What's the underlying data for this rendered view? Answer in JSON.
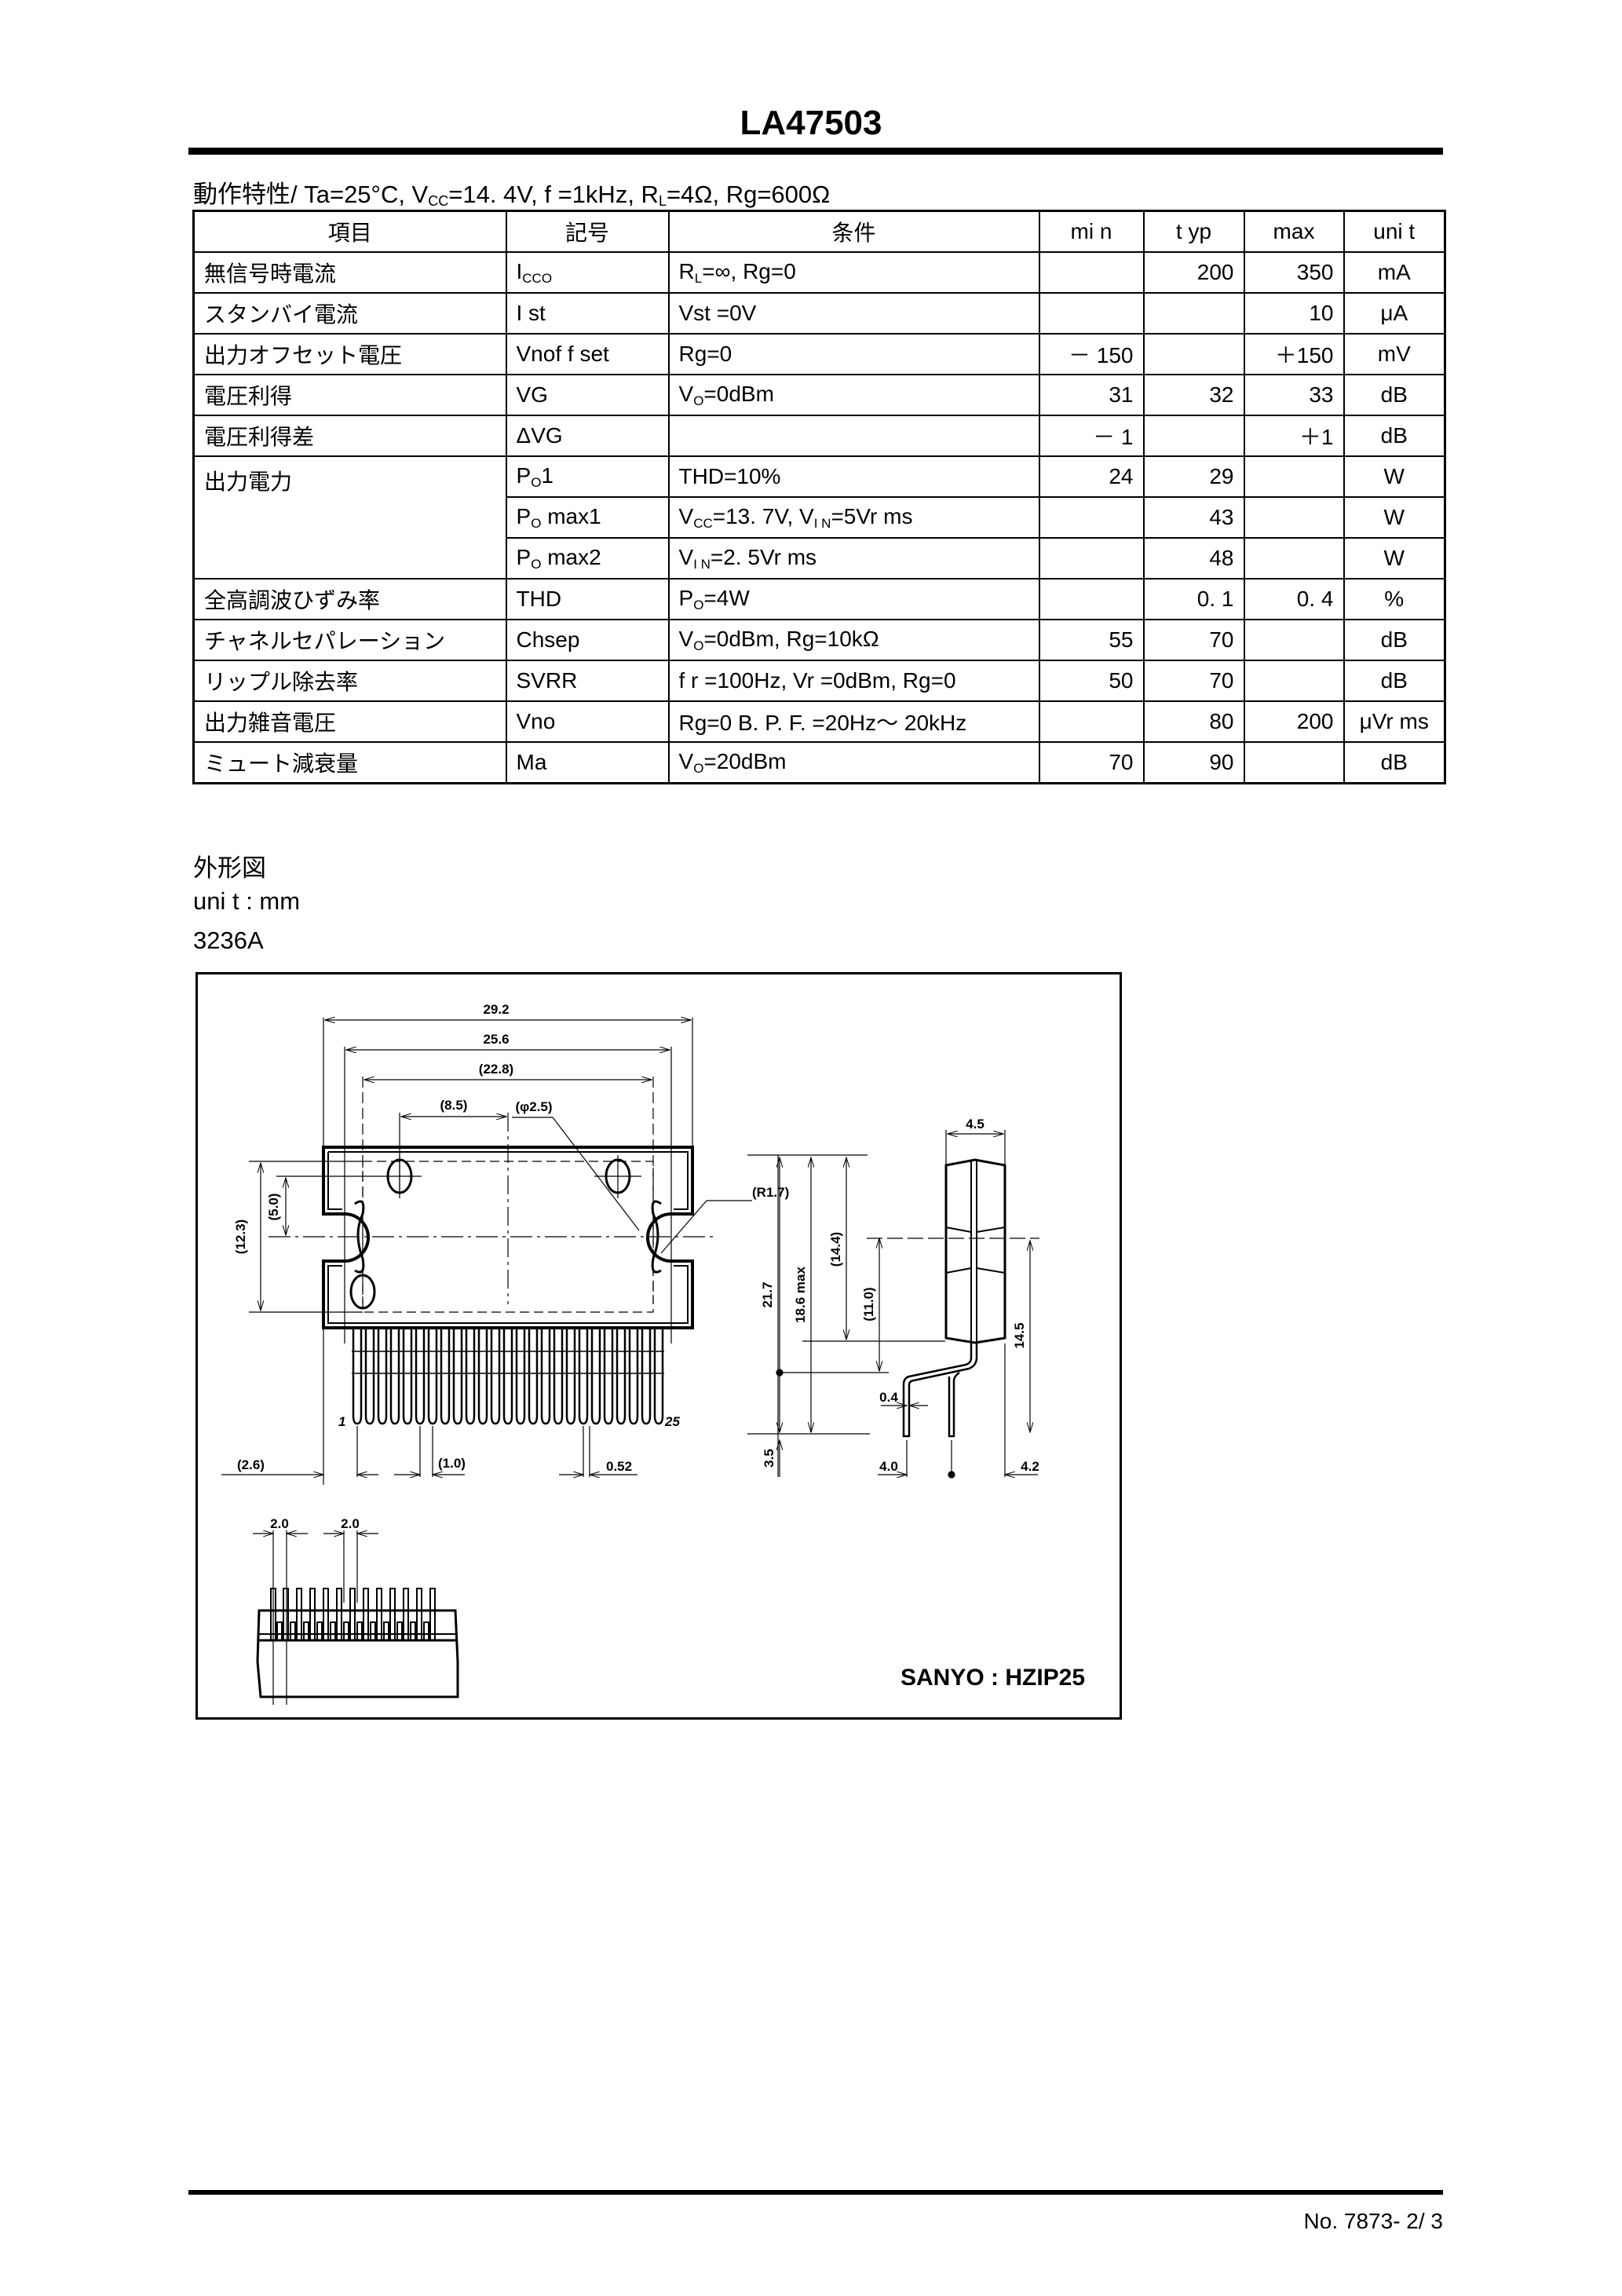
{
  "header": {
    "part_number": "LA47503"
  },
  "conditions": {
    "label": "動作特性/ Ta=25°C, V",
    "vcc_sub": "CC",
    "mid": "=14. 4V, f =1kHz, R",
    "rl_sub": "L",
    "tail": "=4Ω, Rg=600Ω"
  },
  "table": {
    "headers": {
      "item": "項目",
      "symbol": "記号",
      "condition": "条件",
      "min": "mi n",
      "typ": "t yp",
      "max": "max",
      "unit": "uni t"
    },
    "rows": [
      {
        "item": "無信号時電流",
        "symbol": "I",
        "symbol_sub": "CCO",
        "condition": "R",
        "cond_sub": "L",
        "condition_tail": "=∞, Rg=0",
        "min": "",
        "typ": "200",
        "max": "350",
        "unit": "mA"
      },
      {
        "item": "スタンバイ電流",
        "symbol": "I st",
        "symbol_sub": "",
        "condition": "Vst =0V",
        "cond_sub": "",
        "condition_tail": "",
        "min": "",
        "typ": "",
        "max": "10",
        "unit": "μA"
      },
      {
        "item": "出力オフセット電圧",
        "symbol": "Vnof f set",
        "symbol_sub": "",
        "condition": "Rg=0",
        "cond_sub": "",
        "condition_tail": "",
        "min": "－ 150",
        "typ": "",
        "max": "＋150",
        "unit": "mV"
      },
      {
        "item": "電圧利得",
        "symbol": "VG",
        "symbol_sub": "",
        "condition": "V",
        "cond_sub": "O",
        "condition_tail": "=0dBm",
        "min": "31",
        "typ": "32",
        "max": "33",
        "unit": "dB"
      },
      {
        "item": "電圧利得差",
        "symbol": "ΔVG",
        "symbol_sub": "",
        "condition": "",
        "cond_sub": "",
        "condition_tail": "",
        "min": "－ 1",
        "typ": "",
        "max": "＋1",
        "unit": "dB"
      },
      {
        "item": "出力電力",
        "symbol": "P",
        "symbol_sub": "O",
        "symbol_tail": "1",
        "condition": "THD=10%",
        "cond_sub": "",
        "condition_tail": "",
        "min": "24",
        "typ": "29",
        "max": "",
        "unit": "W"
      },
      {
        "item": "",
        "symbol": "P",
        "symbol_sub": "O",
        "symbol_tail": " max1",
        "condition": "V",
        "cond_sub": "CC",
        "condition_tail": "=13. 7V, V",
        "cond_sub2": "I N",
        "condition_tail2": "=5Vr ms",
        "min": "",
        "typ": "43",
        "max": "",
        "unit": "W"
      },
      {
        "item": "",
        "symbol": "P",
        "symbol_sub": "O",
        "symbol_tail": " max2",
        "condition": "V",
        "cond_sub": "I N",
        "condition_tail": "=2. 5Vr ms",
        "min": "",
        "typ": "48",
        "max": "",
        "unit": "W"
      },
      {
        "item": "全高調波ひずみ率",
        "symbol": "THD",
        "symbol_sub": "",
        "condition": "P",
        "cond_sub": "O",
        "condition_tail": "=4W",
        "min": "",
        "typ": "0. 1",
        "max": "0. 4",
        "unit": "%"
      },
      {
        "item": "チャネルセパレーション",
        "symbol": "Chsep",
        "symbol_sub": "",
        "condition": "V",
        "cond_sub": "O",
        "condition_tail": "=0dBm, Rg=10kΩ",
        "min": "55",
        "typ": "70",
        "max": "",
        "unit": "dB"
      },
      {
        "item": "リップル除去率",
        "symbol": "SVRR",
        "symbol_sub": "",
        "condition": "f r =100Hz, Vr =0dBm, Rg=0",
        "cond_sub": "",
        "condition_tail": "",
        "min": "50",
        "typ": "70",
        "max": "",
        "unit": "dB"
      },
      {
        "item": "出力雑音電圧",
        "symbol": "Vno",
        "symbol_sub": "",
        "condition": "Rg=0  B. P. F. =20Hz～ 20kHz",
        "cond_sub": "",
        "condition_tail": "",
        "min": "",
        "typ": "80",
        "max": "200",
        "unit": "μVr ms"
      },
      {
        "item": "ミュート減衰量",
        "symbol": "Ma",
        "symbol_sub": "",
        "condition": "V",
        "cond_sub": "O",
        "condition_tail": "=20dBm",
        "min": "70",
        "typ": "90",
        "max": "",
        "unit": "dB"
      }
    ]
  },
  "outline": {
    "title": "外形図",
    "unit": "uni t : mm",
    "code": "3236A",
    "package_label": "SANYO : HZIP25",
    "dimensions": {
      "front": [
        "29.2",
        "25.6",
        "(22.8)",
        "(8.5)",
        "(φ2.5)",
        "(R1.7)",
        "(12.3)",
        "(5.0)"
      ],
      "pins": [
        "1",
        "25",
        "(2.6)",
        "(1.0)",
        "0.52"
      ],
      "bottom": [
        "2.0",
        "2.0"
      ],
      "side": [
        "4.5",
        "21.7",
        "18.6 max",
        "(14.4)",
        "(11.0)",
        "14.5",
        "0.4",
        "3.5",
        "4.0",
        "4.2"
      ]
    }
  },
  "footer": {
    "doc_number": "No. 7873- 2/ 3"
  }
}
